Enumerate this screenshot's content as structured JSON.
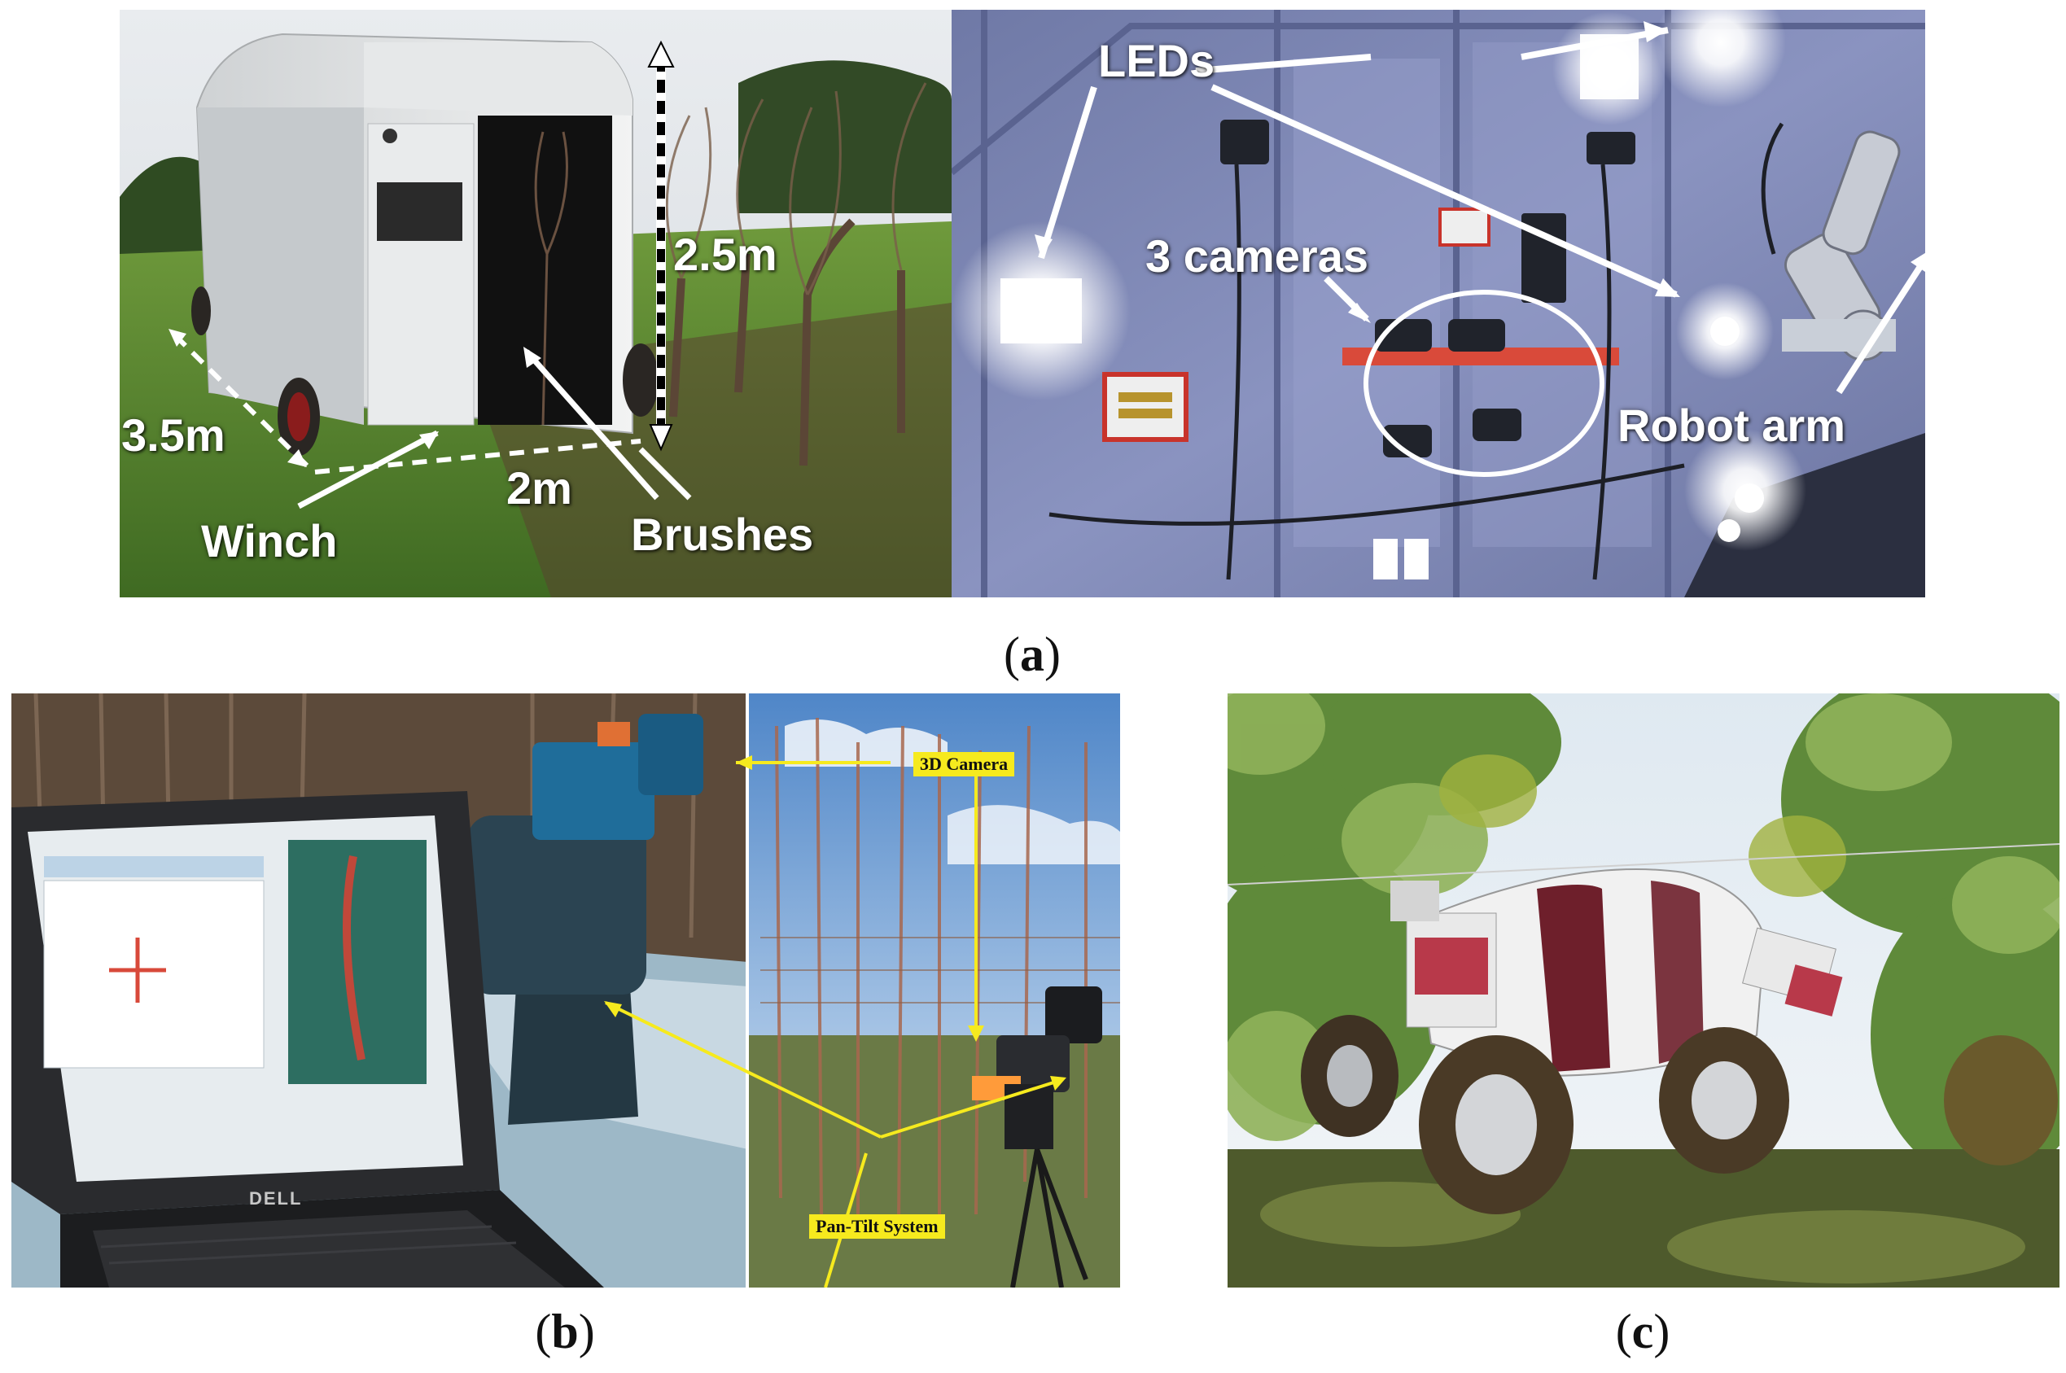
{
  "panel_a": {
    "caption_letter": "a",
    "left_photo": {
      "labels": {
        "height": "2.5m",
        "length": "3.5m",
        "width": "2m",
        "winch": "Winch",
        "brushes": "Brushes"
      }
    },
    "right_photo": {
      "labels": {
        "leds": "LEDs",
        "cameras": "3 cameras",
        "robot_arm": "Robot arm"
      }
    }
  },
  "panel_b": {
    "caption_letter": "b",
    "laptop_brand": "DELL",
    "labels": {
      "camera": "3D Camera",
      "pan_tilt": "Pan-Tilt System"
    }
  },
  "panel_c": {
    "caption_letter": "c"
  },
  "colors": {
    "annotation_yellow": "#f6ea1e",
    "label_white": "#ffffff",
    "sky_blue": "#8fb6e0"
  }
}
